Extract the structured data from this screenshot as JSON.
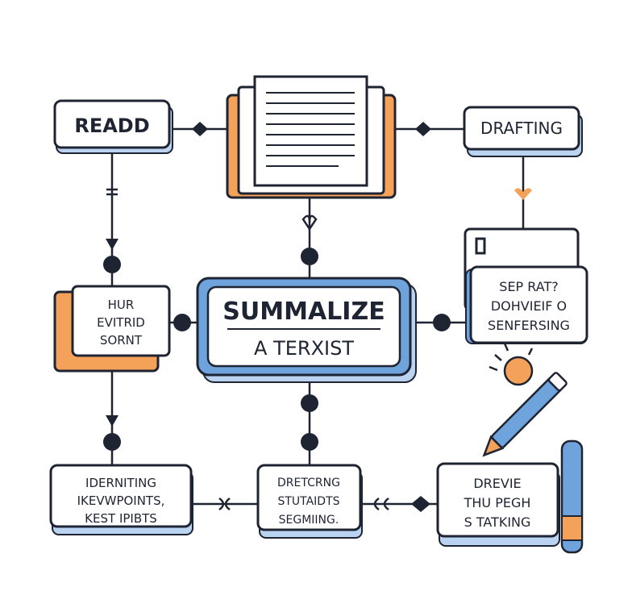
{
  "nodes": {
    "read": {
      "label": "READD"
    },
    "drafting": {
      "label": "DRAFTING"
    },
    "left_mid": {
      "lines": [
        "HUR",
        "EVITRID",
        "SORNT"
      ]
    },
    "center": {
      "title": "SUMMALIZE",
      "subtitle": "A TERXIST"
    },
    "right_mid": {
      "lines": [
        "SEP RAT?",
        "DOHVIEIF O",
        "SENFERSING"
      ]
    },
    "bottom_left": {
      "lines": [
        "IDERNITING",
        "IKEVWPOINTS,",
        "KEST IPIBTS"
      ]
    },
    "bottom_mid": {
      "lines": [
        "DRETCRNG",
        "STUTAIDTS",
        "SEGMIING."
      ]
    },
    "bottom_right": {
      "lines": [
        "DREVIE",
        "THU PEGH",
        "S TATKING"
      ]
    }
  },
  "colors": {
    "ink": "#1f2433",
    "orange": "#f4a259",
    "blue": "#6fa3dc",
    "light_blue": "#b9d3f0"
  }
}
